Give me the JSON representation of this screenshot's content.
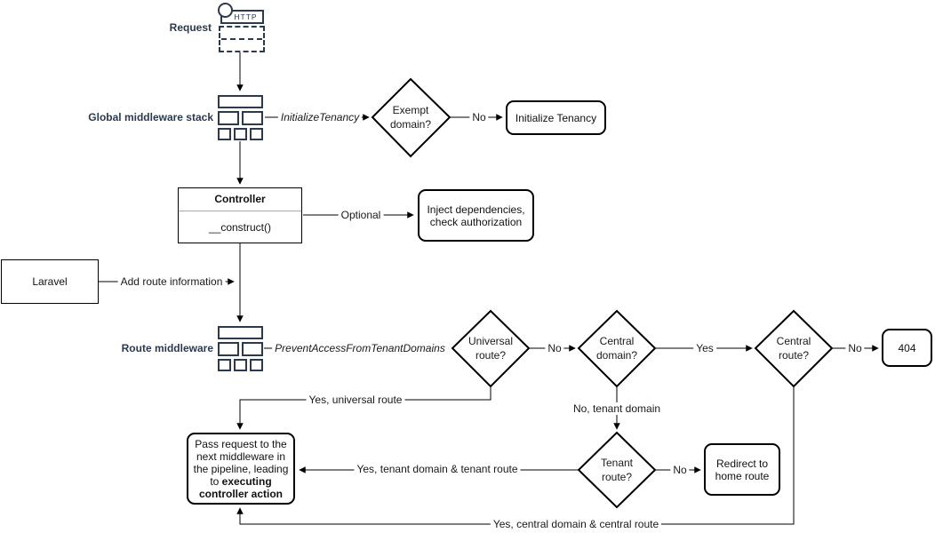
{
  "colors": {
    "navy": "#2b3a4f",
    "line": "#000000",
    "background": "#ffffff"
  },
  "nodes": {
    "request": {
      "label": "Request",
      "http": "HTTP"
    },
    "global_middleware": {
      "label": "Global middleware stack"
    },
    "exempt_domain": {
      "label": "Exempt domain?"
    },
    "initialize_tenancy": {
      "label": "Initialize Tenancy"
    },
    "controller": {
      "title": "Controller",
      "method": "__construct()"
    },
    "inject": {
      "label": "Inject dependencies, check authorization"
    },
    "laravel": {
      "label": "Laravel"
    },
    "route_middleware": {
      "label": "Route middleware"
    },
    "universal_route": {
      "label": "Universal route?"
    },
    "central_domain": {
      "label": "Central domain?"
    },
    "central_route": {
      "label": "Central route?"
    },
    "error_404": {
      "label": "404"
    },
    "tenant_route": {
      "label": "Tenant route?"
    },
    "redirect_home": {
      "label": "Redirect to home route"
    },
    "pass_request": {
      "text": "Pass request to the next middleware in the pipeline, leading to ",
      "bold": "executing controller action"
    }
  },
  "edge_labels": {
    "initialize_tenancy_mw": "InitializeTenancy",
    "exempt_no": "No",
    "optional": "Optional",
    "add_route_info": "Add route information",
    "prevent_access_mw": "PreventAccessFromTenantDomains",
    "universal_no": "No",
    "central_domain_yes": "Yes",
    "central_route_no": "No",
    "yes_universal_route": "Yes, universal route",
    "no_tenant_domain": "No, tenant domain",
    "tenant_route_no": "No",
    "yes_tenant_route": "Yes, tenant domain & tenant route",
    "yes_central_route": "Yes, central domain & central route"
  }
}
